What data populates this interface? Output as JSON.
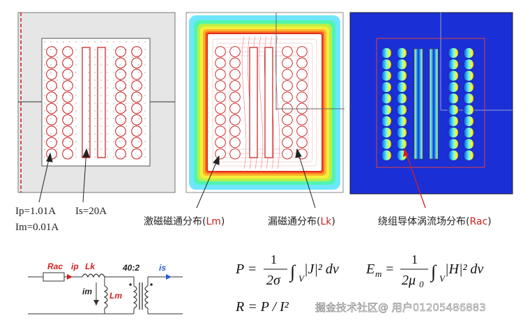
{
  "annotations": {
    "ip": "Ip=1.01A",
    "im": "Im=0.01A",
    "is": "Is=20A"
  },
  "captions": {
    "lm_text": "激磁磁通分布(",
    "lm_tag": "Lm",
    "lk_text": "漏磁通分布(",
    "lk_tag": "Lk",
    "rac_text": "绕组导体涡流场分布(",
    "rac_tag": "Rac",
    "close": ")"
  },
  "circuit": {
    "rac": "Rac",
    "ip": "ip",
    "lk": "Lk",
    "im": "im",
    "lm": "Lm",
    "ratio": "40:2",
    "is": "is"
  },
  "equations": {
    "p_lhs": "P =",
    "p_num": "1",
    "p_den": "2σ",
    "p_int": "∫",
    "p_sub": "V",
    "p_body": "|J|² dv",
    "e_lhs": "E",
    "e_lhs_sub": "m",
    "e_eq": "=",
    "e_num": "1",
    "e_den": "2μ",
    "e_den_sub": "0",
    "e_int": "∫",
    "e_sub": "V",
    "e_body": "|H|² dv",
    "r": "R = P / I²"
  },
  "watermark": "掘金技术社区@ 用户01205486883",
  "colors": {
    "red": "#d02020",
    "blue": "#2a5cd8",
    "field_bg": "#1a2fd6"
  }
}
